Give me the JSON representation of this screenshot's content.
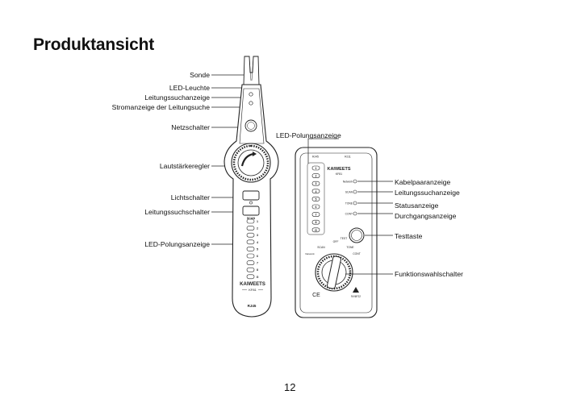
{
  "heading": "Produktansicht",
  "left_labels": {
    "sonde": "Sonde",
    "led_leuchte": "LED-Leuchte",
    "leitungssuchanzeige": "Leitungssuchanzeige",
    "stromanzeige": "Stromanzeige der Leitungsuche",
    "netzschalter": "Netzschalter",
    "lautstaerkeregler": "Lautstärkeregler",
    "lichtschalter": "Lichtschalter",
    "leitungssuchschalter": "Leitungssuchschalter",
    "led_polungsanzeige": "LED-Polungsanzeige"
  },
  "right_labels": {
    "led_polungsanzeige": "LED-Polungsanzeige",
    "kabelpaaranzeige": "Kabelpaaranzeige",
    "leitungssuchanzeige": "Leitungssuchanzeige",
    "statusanzeige": "Statusanzeige",
    "durchgangsanzeige": "Durchgangsanzeige",
    "testtaste": "Testtaste",
    "funktionswahlschalter": "Funktionswahlschalter"
  },
  "device_text": {
    "brand": "KAIWEETS",
    "model": "KF81",
    "rj45": "RJ45",
    "rj11": "RJ11",
    "network": "Network",
    "scan": "SCAN",
    "tone": "TONE",
    "cont": "CONT",
    "test": "TEST",
    "off": "OFF",
    "ce": "CE",
    "battery": "9V/6F22",
    "led_numbers": [
      "1",
      "2",
      "3",
      "4",
      "5",
      "6",
      "7",
      "8",
      "G"
    ]
  },
  "page_number": "12"
}
